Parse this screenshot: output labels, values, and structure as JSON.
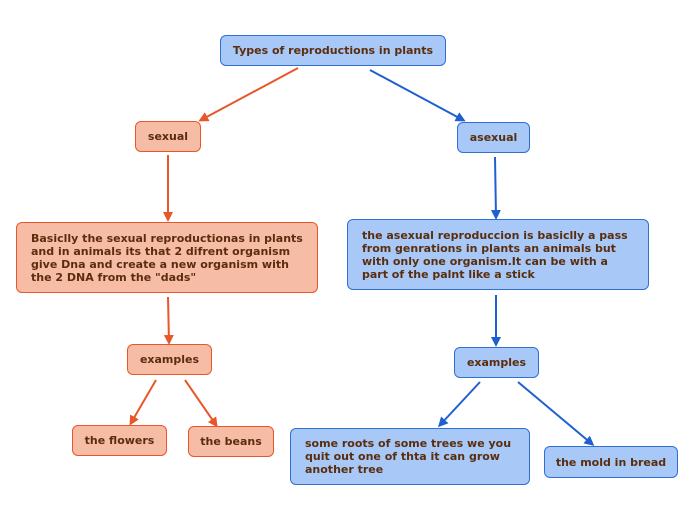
{
  "diagram": {
    "root": "Types of reproductions in plants",
    "sexual": {
      "label": "sexual",
      "description": "Basiclly the sexual reproductionas in plants and in animals its that 2 difrent organism give Dna and create a new organism with the 2 DNA from the \"dads\"",
      "examples_label": "examples",
      "example_1": "the flowers",
      "example_2": "the beans"
    },
    "asexual": {
      "label": "asexual",
      "description": "the asexual reproduccion is basiclly a pass from genrations in plants an animals but with only one organism.It can be with a part of the palnt like a stick",
      "examples_label": "examples",
      "example_1": "some roots of some trees we you quit out one of thta it can grow another tree",
      "example_2": "the mold in bread"
    }
  },
  "colors": {
    "blue_fill": "#a8c8f8",
    "blue_border": "#2f6fd6",
    "orange_fill": "#f7bca6",
    "orange_border": "#e8562a",
    "text": "#5a2d0c"
  }
}
